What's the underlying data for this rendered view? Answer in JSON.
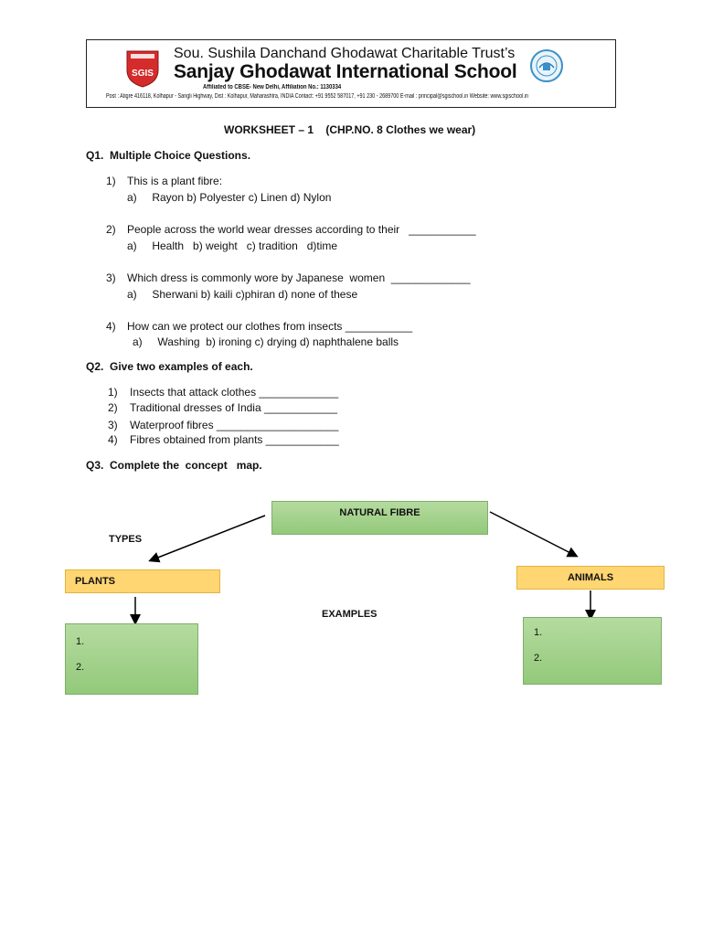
{
  "header": {
    "logo_text": "SGIS",
    "trust_name": "Sou. Sushila Danchand Ghodawat Charitable Trust’s",
    "school_name": "Sanjay Ghodawat International School",
    "affiliation": "Affiliated to CBSE- New Delhi, Affiliation No.: 1130334",
    "address": "Post : Atigre 416118, Kolhapur - Sangli Highway, Dist : Kolhapur,  Maharashtra, INDIA     Contact: +91 9552 587017,  +91 230 - 2689700  E-mail : principal@sgischool.in  Website: www.sgischool.in"
  },
  "worksheet_title": "WORKSHEET – 1    (CHP.NO. 8 Clothes we wear)",
  "q1": {
    "heading": "Q1.  Multiple Choice Questions.",
    "items": [
      {
        "num": "1)",
        "question": "This is a plant fibre:",
        "options": "a)     Rayon b) Polyester c) Linen d) Nylon"
      },
      {
        "num": "2)",
        "question": "People across the world wear dresses according to their   ___________",
        "options": "a)     Health   b) weight   c) tradition   d)time"
      },
      {
        "num": "3)",
        "question": "Which dress is commonly wore by Japanese  women  _____________",
        "options": "a)     Sherwani b) kaili c)phiran d) none of these"
      },
      {
        "num": "4)",
        "question": "How can we protect our clothes from insects ___________",
        "options": "a)     Washing  b) ironing c) drying d) naphthalene balls"
      }
    ]
  },
  "q2": {
    "heading": "Q2.  Give two examples of each.",
    "items": [
      {
        "num": "1)",
        "text": "Insects that attack clothes _____________"
      },
      {
        "num": "2)",
        "text": "Traditional dresses of India ____________"
      },
      {
        "num": "3)",
        "text": "Waterproof fibres ____________________"
      },
      {
        "num": "4)",
        "text": "Fibres obtained from plants ____________"
      }
    ]
  },
  "q3": {
    "heading": "Q3.  Complete the  concept   map.",
    "root": "NATURAL FIBRE",
    "types_label": "TYPES",
    "examples_label": "EXAMPLES",
    "left_type": "PLANTS",
    "right_type": "ANIMALS",
    "left_items": [
      "1.",
      "2."
    ],
    "right_items": [
      "1.",
      "2."
    ]
  },
  "colors": {
    "box_green": "#a6d38f",
    "box_yellow": "#ffd672",
    "logo_red": "#d42b2b"
  }
}
